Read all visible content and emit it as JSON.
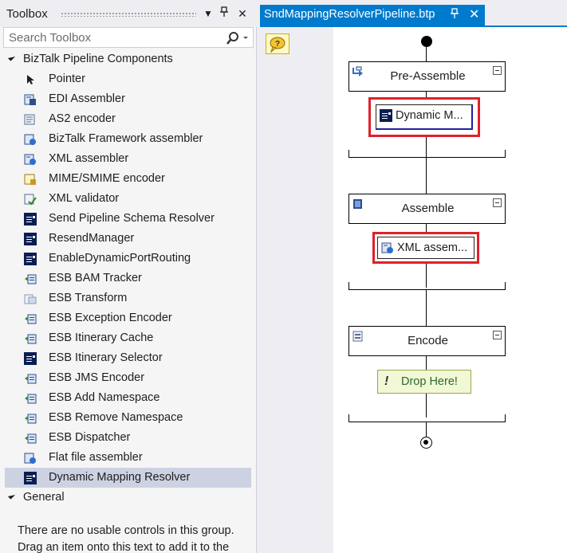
{
  "toolbox": {
    "title": "Toolbox",
    "search_placeholder": "Search Toolbox",
    "groups": [
      {
        "label": "BizTalk Pipeline Components",
        "items": [
          {
            "label": "Pointer",
            "icon": "pointer-icon"
          },
          {
            "label": "EDI Assembler",
            "icon": "edi-assembler-icon"
          },
          {
            "label": "AS2 encoder",
            "icon": "as2-encoder-icon"
          },
          {
            "label": "BizTalk Framework assembler",
            "icon": "biztalk-framework-icon"
          },
          {
            "label": "XML assembler",
            "icon": "xml-assembler-icon"
          },
          {
            "label": "MIME/SMIME encoder",
            "icon": "mime-encoder-icon"
          },
          {
            "label": "XML validator",
            "icon": "xml-validator-icon"
          },
          {
            "label": "Send Pipeline Schema Resolver",
            "icon": "component-icon"
          },
          {
            "label": "ResendManager",
            "icon": "component-icon"
          },
          {
            "label": "EnableDynamicPortRouting",
            "icon": "component-icon"
          },
          {
            "label": "ESB BAM Tracker",
            "icon": "esb-icon"
          },
          {
            "label": "ESB Transform",
            "icon": "esb-transform-icon"
          },
          {
            "label": "ESB Exception Encoder",
            "icon": "esb-icon"
          },
          {
            "label": "ESB Itinerary Cache",
            "icon": "esb-icon"
          },
          {
            "label": "ESB Itinerary Selector",
            "icon": "component-icon"
          },
          {
            "label": "ESB JMS Encoder",
            "icon": "esb-icon"
          },
          {
            "label": "ESB Add Namespace",
            "icon": "esb-icon"
          },
          {
            "label": "ESB Remove Namespace",
            "icon": "esb-icon"
          },
          {
            "label": "ESB Dispatcher",
            "icon": "esb-icon"
          },
          {
            "label": "Flat file assembler",
            "icon": "flat-file-assembler-icon"
          },
          {
            "label": "Dynamic Mapping Resolver",
            "icon": "component-icon",
            "selected": true
          }
        ]
      },
      {
        "label": "General",
        "empty_text": "There are no usable controls in this group. Drag an item onto this text to add it to the"
      }
    ]
  },
  "tab": {
    "title": "SndMappingResolverPipeline.btp",
    "pin_glyph": "↑",
    "close_glyph": "✕"
  },
  "pipeline": {
    "stages": [
      {
        "name": "Pre-Assemble",
        "component": "Dynamic M..."
      },
      {
        "name": "Assemble",
        "component": "XML assem..."
      },
      {
        "name": "Encode",
        "drop_text": "Drop Here!"
      }
    ]
  },
  "colors": {
    "accent": "#007acc",
    "highlight": "#e0202a",
    "selection": "#cdd2e3"
  }
}
